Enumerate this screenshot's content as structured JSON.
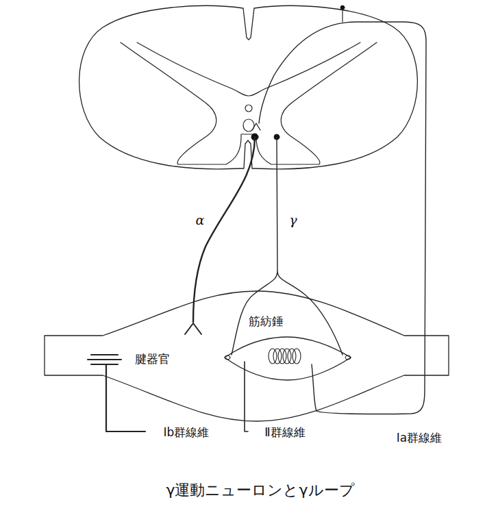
{
  "diagram": {
    "caption": "γ運動ニューロンとγループ",
    "labels": [
      "α",
      "γ",
      "筋紡錘",
      "腱器官",
      "Ⅰb群線維",
      "Ⅱ群線維",
      "Ⅰa群線維"
    ]
  }
}
